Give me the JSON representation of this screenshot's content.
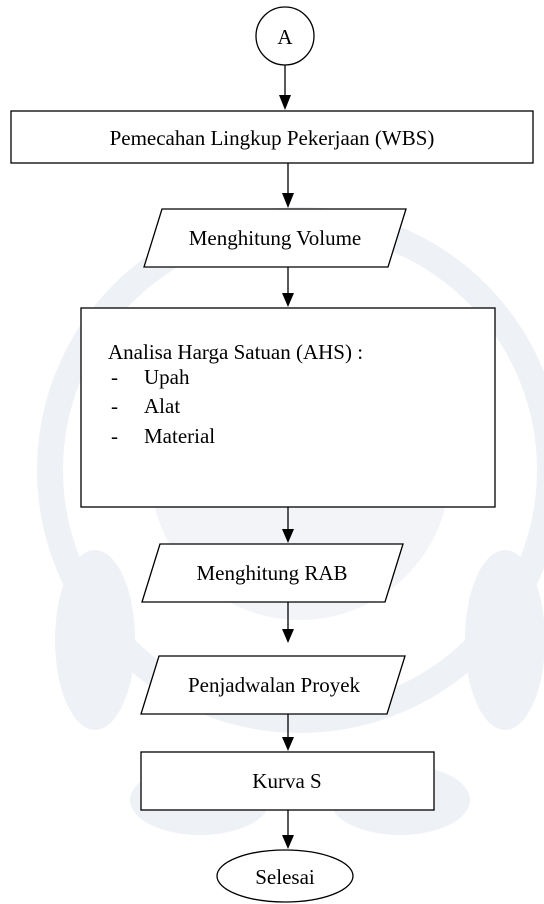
{
  "colors": {
    "stroke": "#000000",
    "fill": "#ffffff",
    "watermark": "#eef1f5"
  },
  "connector_top": {
    "label": "A"
  },
  "wbs": {
    "label": "Pemecahan Lingkup Pekerjaan (WBS)"
  },
  "volume": {
    "label": "Menghitung Volume"
  },
  "ahs": {
    "title": "Analisa Harga Satuan (AHS) :",
    "items": [
      {
        "bullet": "-",
        "text": "Upah"
      },
      {
        "bullet": "-",
        "text": "Alat"
      },
      {
        "bullet": "-",
        "text": "Material"
      }
    ]
  },
  "rab": {
    "label": "Menghitung RAB"
  },
  "schedule": {
    "label": "Penjadwalan Proyek"
  },
  "kurva": {
    "label": "Kurva S"
  },
  "end": {
    "label": "Selesai"
  }
}
